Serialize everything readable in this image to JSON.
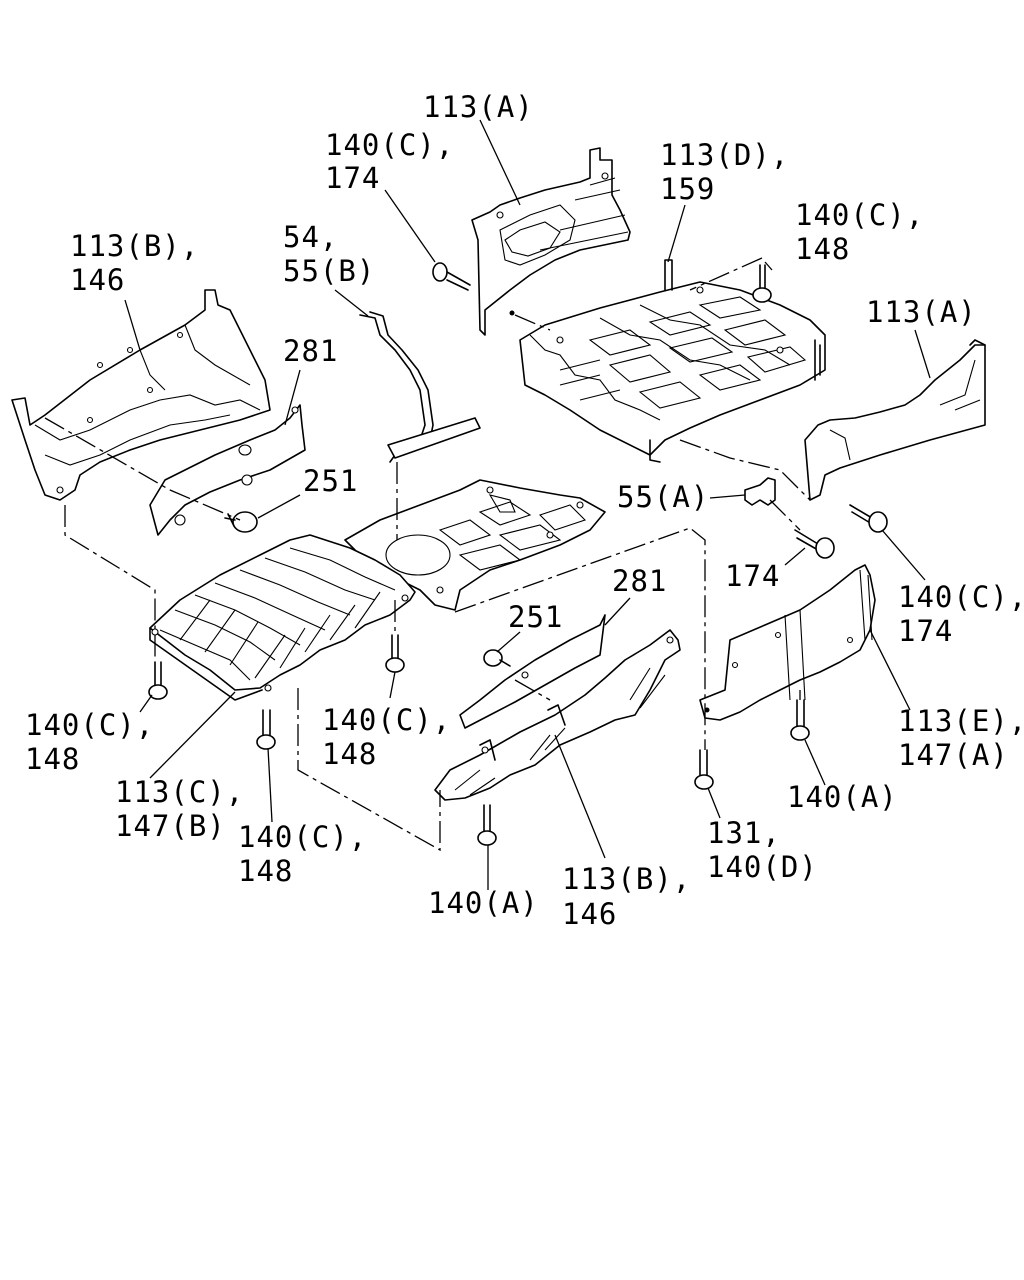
{
  "labels": {
    "top_113a": "113(A)",
    "top_140c_a": "140(C),",
    "top_140c_b": "174",
    "top_113d_a": "113(D),",
    "top_113d_b": "159",
    "right_140c_a": "140(C),",
    "right_140c_b": "148",
    "left_113b_a": "113(B),",
    "left_113b_b": "146",
    "stay_54_a": "54,",
    "stay_54_b": "55(B)",
    "left_281": "281",
    "left_251": "251",
    "right_113a": "113(A)",
    "bracket_55a": "55(A)",
    "bolt_174": "174",
    "right_140c174_a": "140(C),",
    "right_140c174_b": "174",
    "mid_281": "281",
    "mid_251": "251",
    "left_140c_a": "140(C),",
    "left_140c_b": "148",
    "center_140c_a": "140(C),",
    "center_140c_b": "148",
    "right_113e_a": "113(E),",
    "right_113e_b": "147(A)",
    "right_140a": "140(A)",
    "bottom_113c_a": "113(C),",
    "bottom_113c_b": "147(B)",
    "bottom_140c_a": "140(C),",
    "bottom_140c_b": "148",
    "bottom_131_a": "131,",
    "bottom_131_b": "140(D)",
    "bottom_140a": "140(A)",
    "bottom_113b_a": "113(B),",
    "bottom_113b_b": "146"
  }
}
